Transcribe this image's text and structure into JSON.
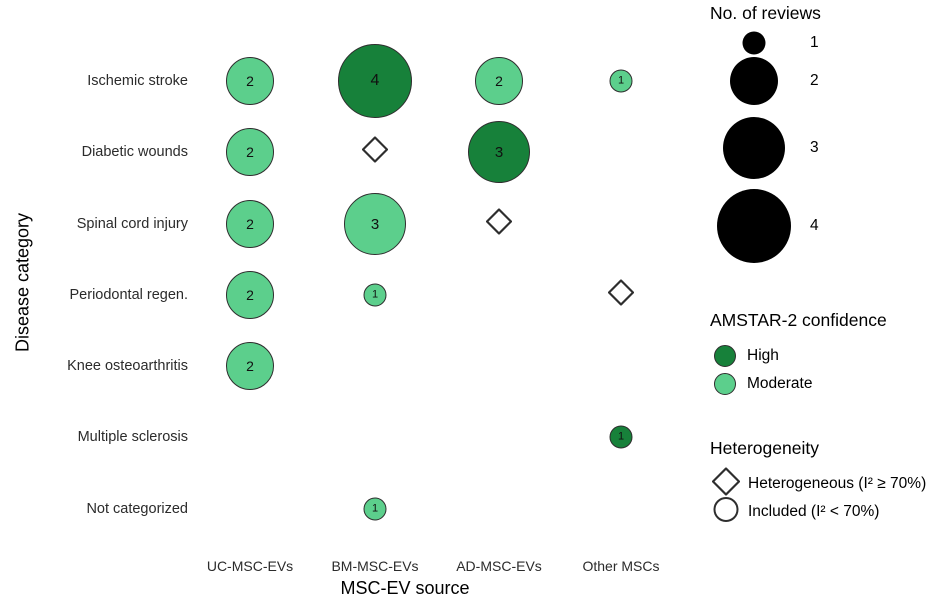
{
  "chart_data": {
    "type": "scatter",
    "title": "",
    "xlabel": "MSC-EV source",
    "ylabel": "Disease category",
    "categories_x": [
      "UC-MSC-EVs",
      "BM-MSC-EVs",
      "AD-MSC-EVs",
      "Other MSCs"
    ],
    "categories_y": [
      "Ischemic stroke",
      "Diabetic wounds",
      "Spinal cord injury",
      "Periodontal regen.",
      "Knee osteoarthritis",
      "Multiple sclerosis",
      "Not categorized"
    ],
    "grid": false,
    "legend_position": "right",
    "points": [
      {
        "x": "UC-MSC-EVs",
        "y": "Ischemic stroke",
        "value": 2,
        "label": "2",
        "confidence": "Moderate",
        "shape": "circle"
      },
      {
        "x": "BM-MSC-EVs",
        "y": "Ischemic stroke",
        "value": 4,
        "label": "4",
        "confidence": "High",
        "shape": "circle"
      },
      {
        "x": "AD-MSC-EVs",
        "y": "Ischemic stroke",
        "value": 2,
        "label": "2",
        "confidence": "Moderate",
        "shape": "circle"
      },
      {
        "x": "Other MSCs",
        "y": "Ischemic stroke",
        "value": 1,
        "label": "1",
        "confidence": "Moderate",
        "shape": "circle"
      },
      {
        "x": "UC-MSC-EVs",
        "y": "Diabetic wounds",
        "value": 2,
        "label": "2",
        "confidence": "Moderate",
        "shape": "circle"
      },
      {
        "x": "BM-MSC-EVs",
        "y": "Diabetic wounds",
        "value": null,
        "label": "",
        "confidence": "",
        "shape": "diamond"
      },
      {
        "x": "AD-MSC-EVs",
        "y": "Diabetic wounds",
        "value": 3,
        "label": "3",
        "confidence": "High",
        "shape": "circle"
      },
      {
        "x": "UC-MSC-EVs",
        "y": "Spinal cord injury",
        "value": 2,
        "label": "2",
        "confidence": "Moderate",
        "shape": "circle"
      },
      {
        "x": "BM-MSC-EVs",
        "y": "Spinal cord injury",
        "value": 3,
        "label": "3",
        "confidence": "Moderate",
        "shape": "circle"
      },
      {
        "x": "AD-MSC-EVs",
        "y": "Spinal cord injury",
        "value": null,
        "label": "",
        "confidence": "",
        "shape": "diamond"
      },
      {
        "x": "UC-MSC-EVs",
        "y": "Periodontal regen.",
        "value": 2,
        "label": "2",
        "confidence": "Moderate",
        "shape": "circle"
      },
      {
        "x": "BM-MSC-EVs",
        "y": "Periodontal regen.",
        "value": 1,
        "label": "1",
        "confidence": "Moderate",
        "shape": "circle"
      },
      {
        "x": "Other MSCs",
        "y": "Periodontal regen.",
        "value": null,
        "label": "",
        "confidence": "",
        "shape": "diamond"
      },
      {
        "x": "UC-MSC-EVs",
        "y": "Knee osteoarthritis",
        "value": 2,
        "label": "2",
        "confidence": "Moderate",
        "shape": "circle"
      },
      {
        "x": "Other MSCs",
        "y": "Multiple sclerosis",
        "value": 1,
        "label": "1",
        "confidence": "High",
        "shape": "circle"
      },
      {
        "x": "BM-MSC-EVs",
        "y": "Not categorized",
        "value": 1,
        "label": "1",
        "confidence": "Moderate",
        "shape": "circle"
      }
    ]
  },
  "colors": {
    "high": "#17813a",
    "moderate": "#5ccf8c",
    "outline": "#2e2e2e",
    "legend_black": "#000000",
    "text": "#000000",
    "tick_text": "#2b2b2b"
  },
  "axes": {
    "x_title": "MSC-EV source",
    "y_title": "Disease category",
    "x_ticks": [
      "UC-MSC-EVs",
      "BM-MSC-EVs",
      "AD-MSC-EVs",
      "Other MSCs"
    ],
    "y_ticks": [
      "Ischemic stroke",
      "Diabetic wounds",
      "Spinal cord injury",
      "Periodontal regen.",
      "Knee osteoarthritis",
      "Multiple sclerosis",
      "Not categorized"
    ]
  },
  "legends": {
    "size": {
      "title": "No. of reviews",
      "items": [
        {
          "label": "1",
          "value": 1
        },
        {
          "label": "2",
          "value": 2
        },
        {
          "label": "3",
          "value": 3
        },
        {
          "label": "4",
          "value": 4
        }
      ]
    },
    "confidence": {
      "title": "AMSTAR-2 confidence",
      "items": [
        {
          "label": "High",
          "color": "#17813a"
        },
        {
          "label": "Moderate",
          "color": "#5ccf8c"
        }
      ]
    },
    "heterogeneity": {
      "title": "Heterogeneity",
      "items": [
        {
          "label": "Heterogeneous (I² ≥ 70%)",
          "shape": "diamond"
        },
        {
          "label": "Included (I² < 70%)",
          "shape": "circle"
        }
      ]
    }
  }
}
